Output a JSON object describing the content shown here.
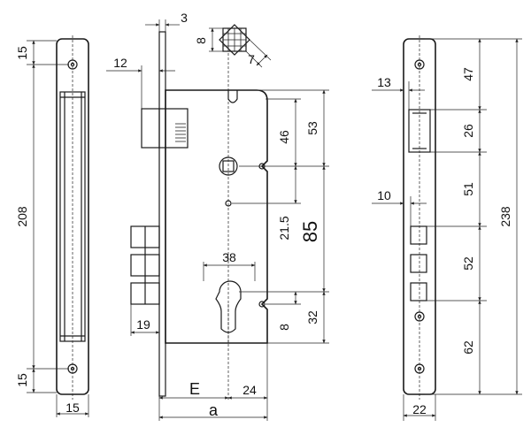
{
  "dimensions": {
    "d3": "3",
    "d8_top": "8",
    "d7": "7",
    "d12": "12",
    "d15_top": "15",
    "d208": "208",
    "d15_bottom": "15",
    "d15_width": "15",
    "d19": "19",
    "d38": "38",
    "e_label": "E",
    "d24": "24",
    "a_label": "a",
    "d46": "46",
    "d53": "53",
    "d21_5": "21.5",
    "d85": "85",
    "d8_cyl": "8",
    "d32": "32",
    "d13": "13",
    "d47": "47",
    "d26": "26",
    "d10": "10",
    "d51": "51",
    "d238": "238",
    "d52": "52",
    "d62": "62",
    "d22": "22"
  }
}
